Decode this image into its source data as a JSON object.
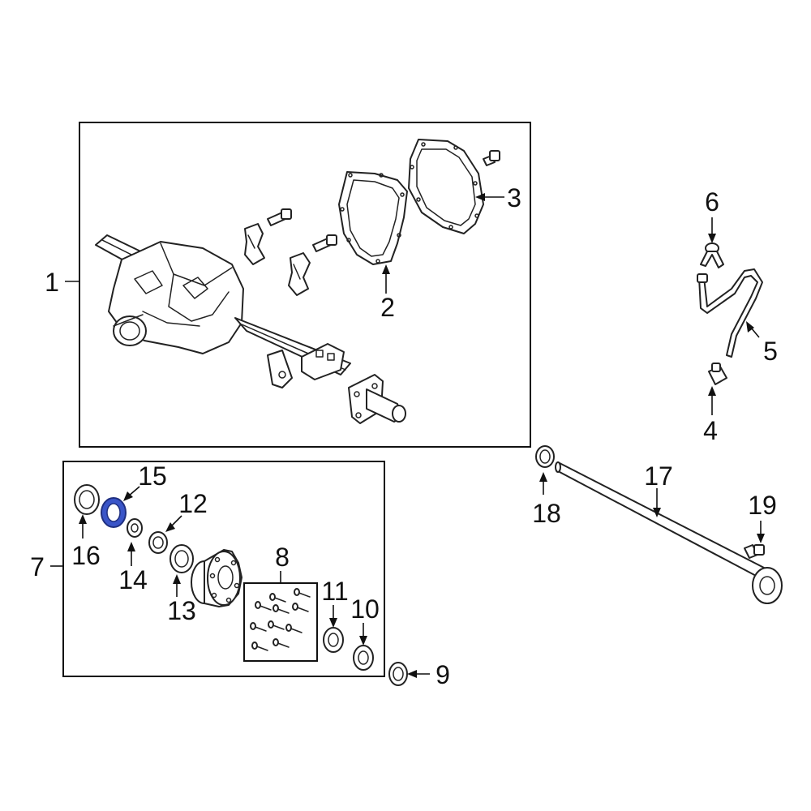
{
  "diagram": {
    "callouts": {
      "c1": "1",
      "c2": "2",
      "c3": "3",
      "c4": "4",
      "c5": "5",
      "c6": "6",
      "c7": "7",
      "c8": "8",
      "c9": "9",
      "c10": "10",
      "c11": "11",
      "c12": "12",
      "c13": "13",
      "c14": "14",
      "c15": "15",
      "c16": "16",
      "c17": "17",
      "c18": "18",
      "c19": "19"
    },
    "highlight_color": "#3a55c8",
    "highlighted_part": "15"
  }
}
